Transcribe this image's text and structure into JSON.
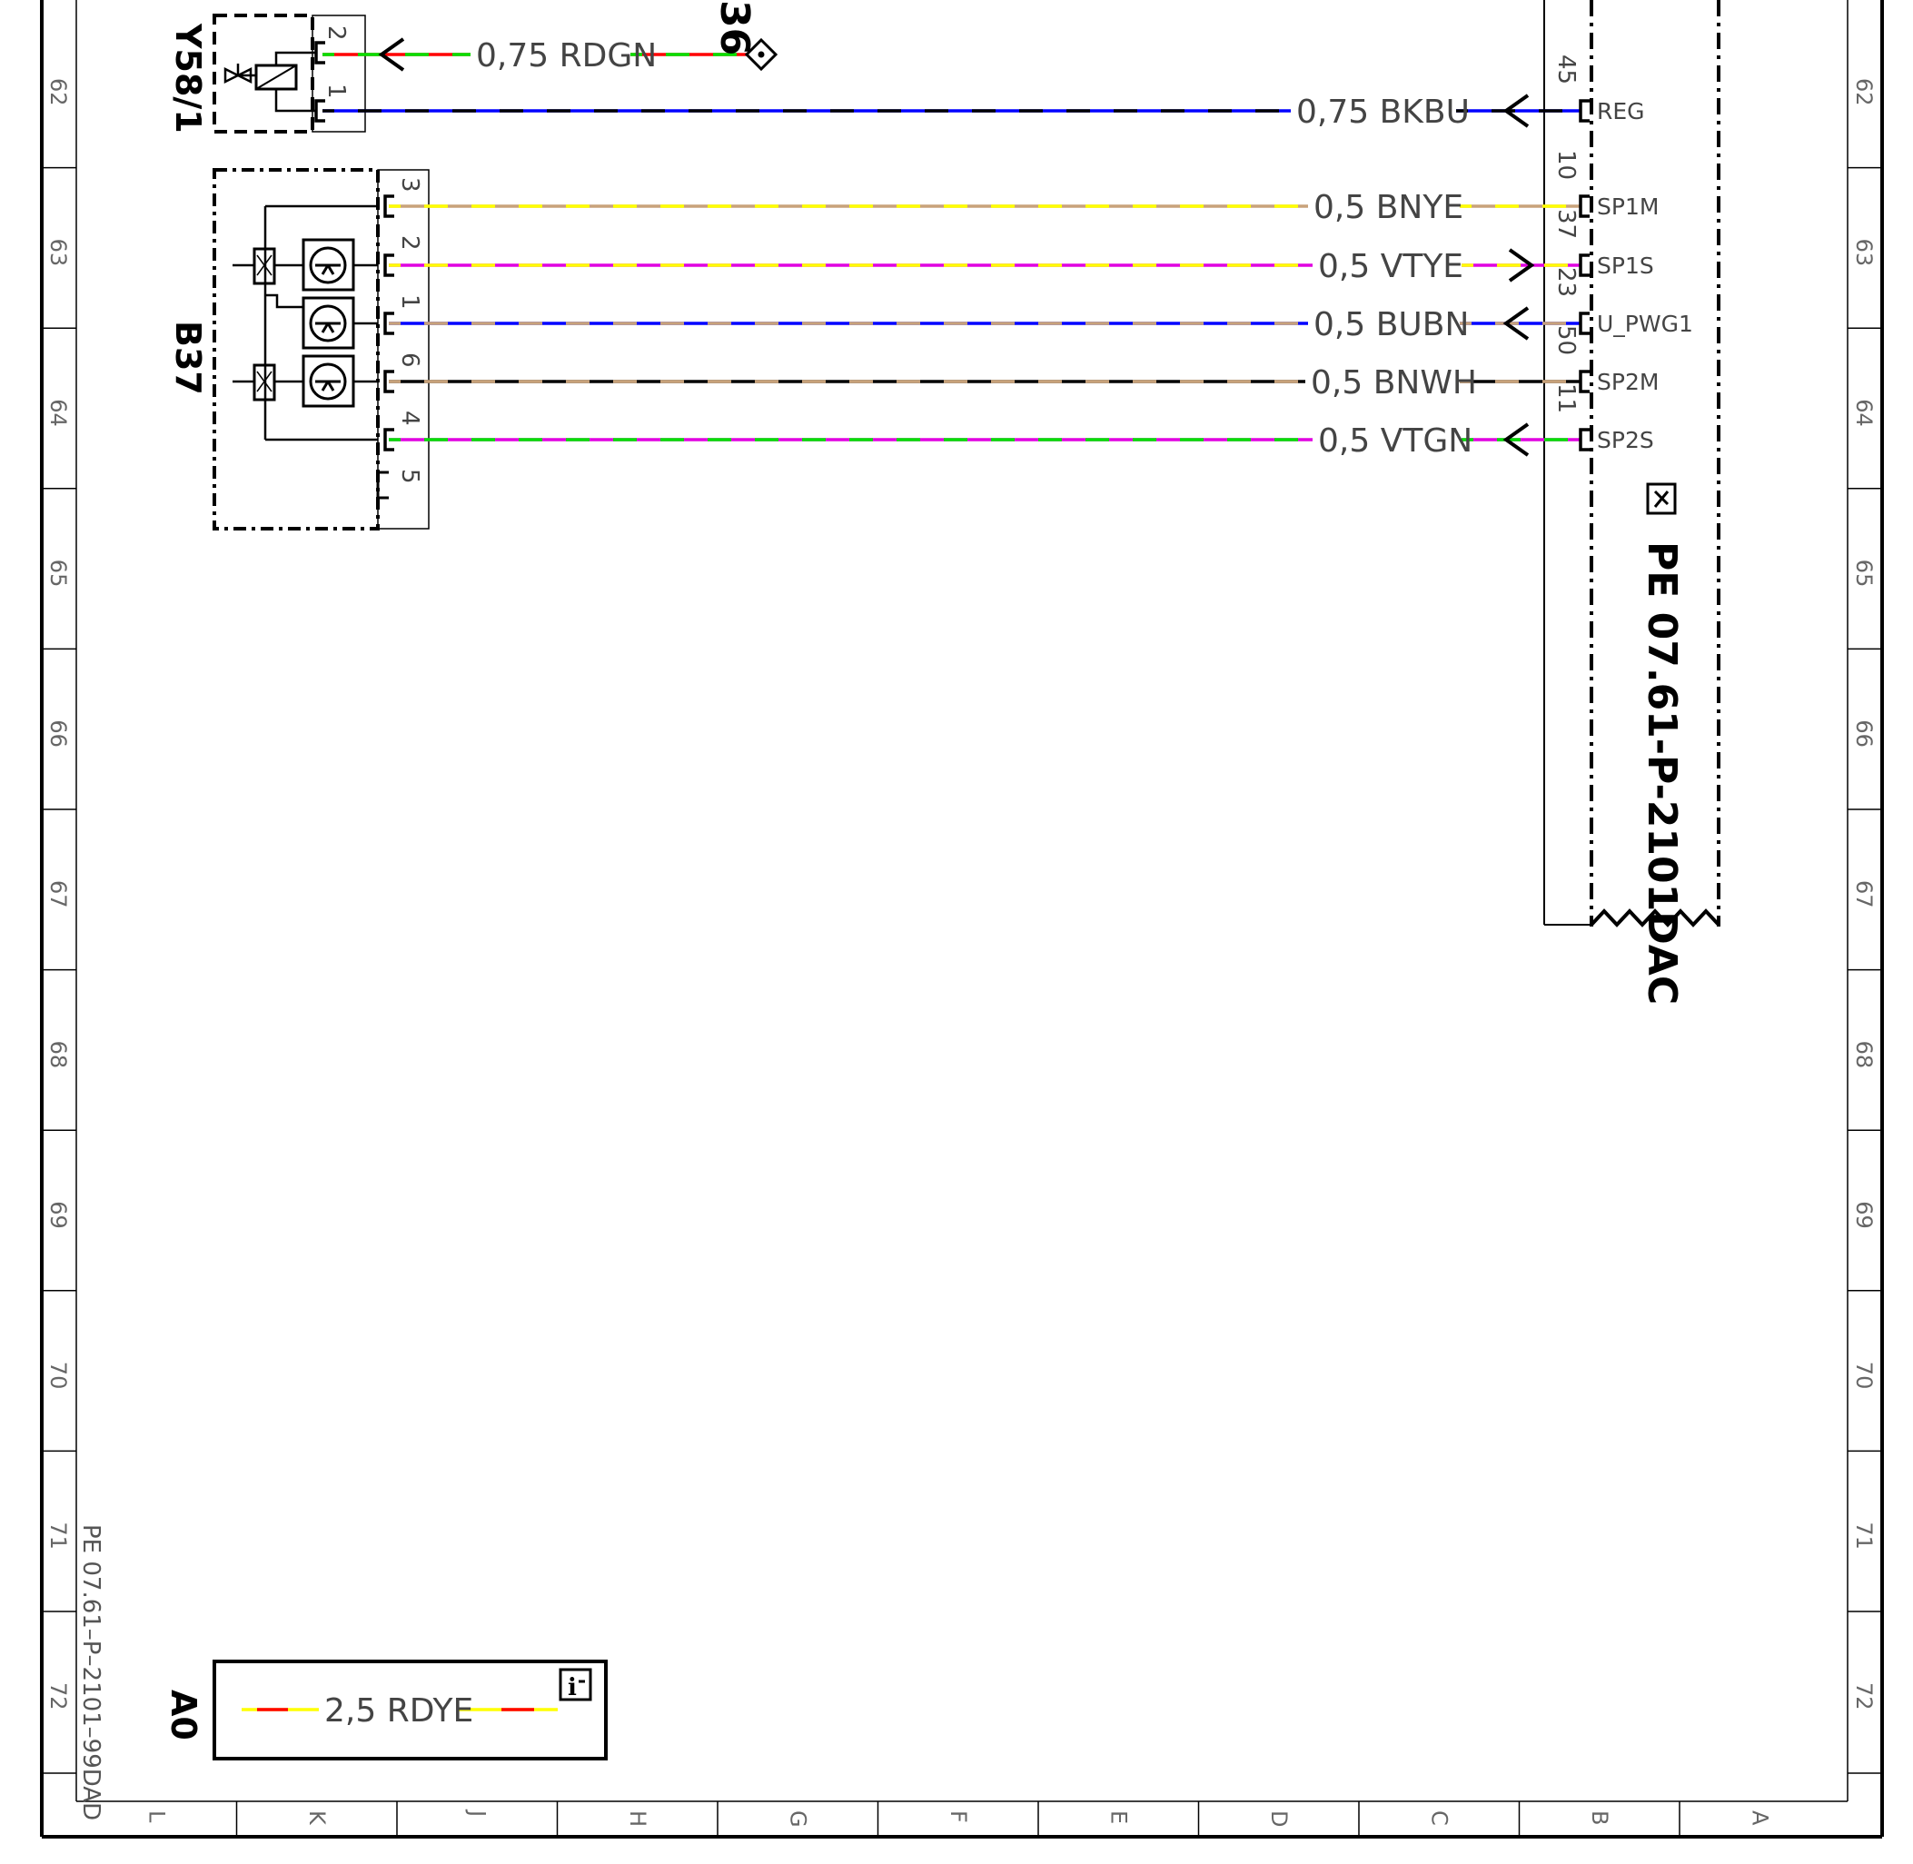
{
  "colors": {
    "RD": "#ff0000",
    "GN": "#00e000",
    "BK": "#000000",
    "BU": "#0000ff",
    "BN": "#c8a27a",
    "YE": "#ffff00",
    "VT": "#e000e0",
    "WH": "#ffffff"
  },
  "grid": {
    "rows": [
      "62",
      "63",
      "64",
      "65",
      "66",
      "67",
      "68",
      "69",
      "70",
      "71",
      "72"
    ],
    "columns": [
      "L",
      "K",
      "J",
      "H",
      "G",
      "F",
      "E",
      "D",
      "C",
      "B",
      "A"
    ]
  },
  "components": {
    "y58": {
      "label": "Y58/1",
      "pins": [
        "2",
        "1"
      ]
    },
    "b37": {
      "label": "B37",
      "pins": [
        "3",
        "2",
        "1",
        "6",
        "4",
        "5"
      ]
    },
    "ecu": {
      "ref": "PE 07.61-P-2101DAC",
      "pins": [
        "45",
        "10",
        "37",
        "23",
        "50",
        "11"
      ],
      "signals": [
        "REG",
        "SP1M",
        "SP1S",
        "U_PWG1",
        "SP2M",
        "SP2S"
      ]
    }
  },
  "wires": [
    {
      "label": "0,75 RDGN",
      "c1": "RD",
      "c2": "GN"
    },
    {
      "label": "0,75 BKBU",
      "c1": "BU",
      "c2": "BK"
    },
    {
      "label": "0,5 BNYE",
      "c1": "BN",
      "c2": "YE"
    },
    {
      "label": "0,5 VTYE",
      "c1": "VT",
      "c2": "YE"
    },
    {
      "label": "0,5 BUBN",
      "c1": "BU",
      "c2": "BN"
    },
    {
      "label": "0,5 BNWH",
      "c1": "BK",
      "c2": "BN"
    },
    {
      "label": "0,5 VTGN",
      "c1": "VT",
      "c2": "GN"
    }
  ],
  "connection_ref": "36",
  "legend": {
    "title": "A0",
    "wire_label": "2,5 RDYE",
    "info_icon": "info-icon"
  },
  "doc_id": "PE 07.61–P–2101–99DAD"
}
